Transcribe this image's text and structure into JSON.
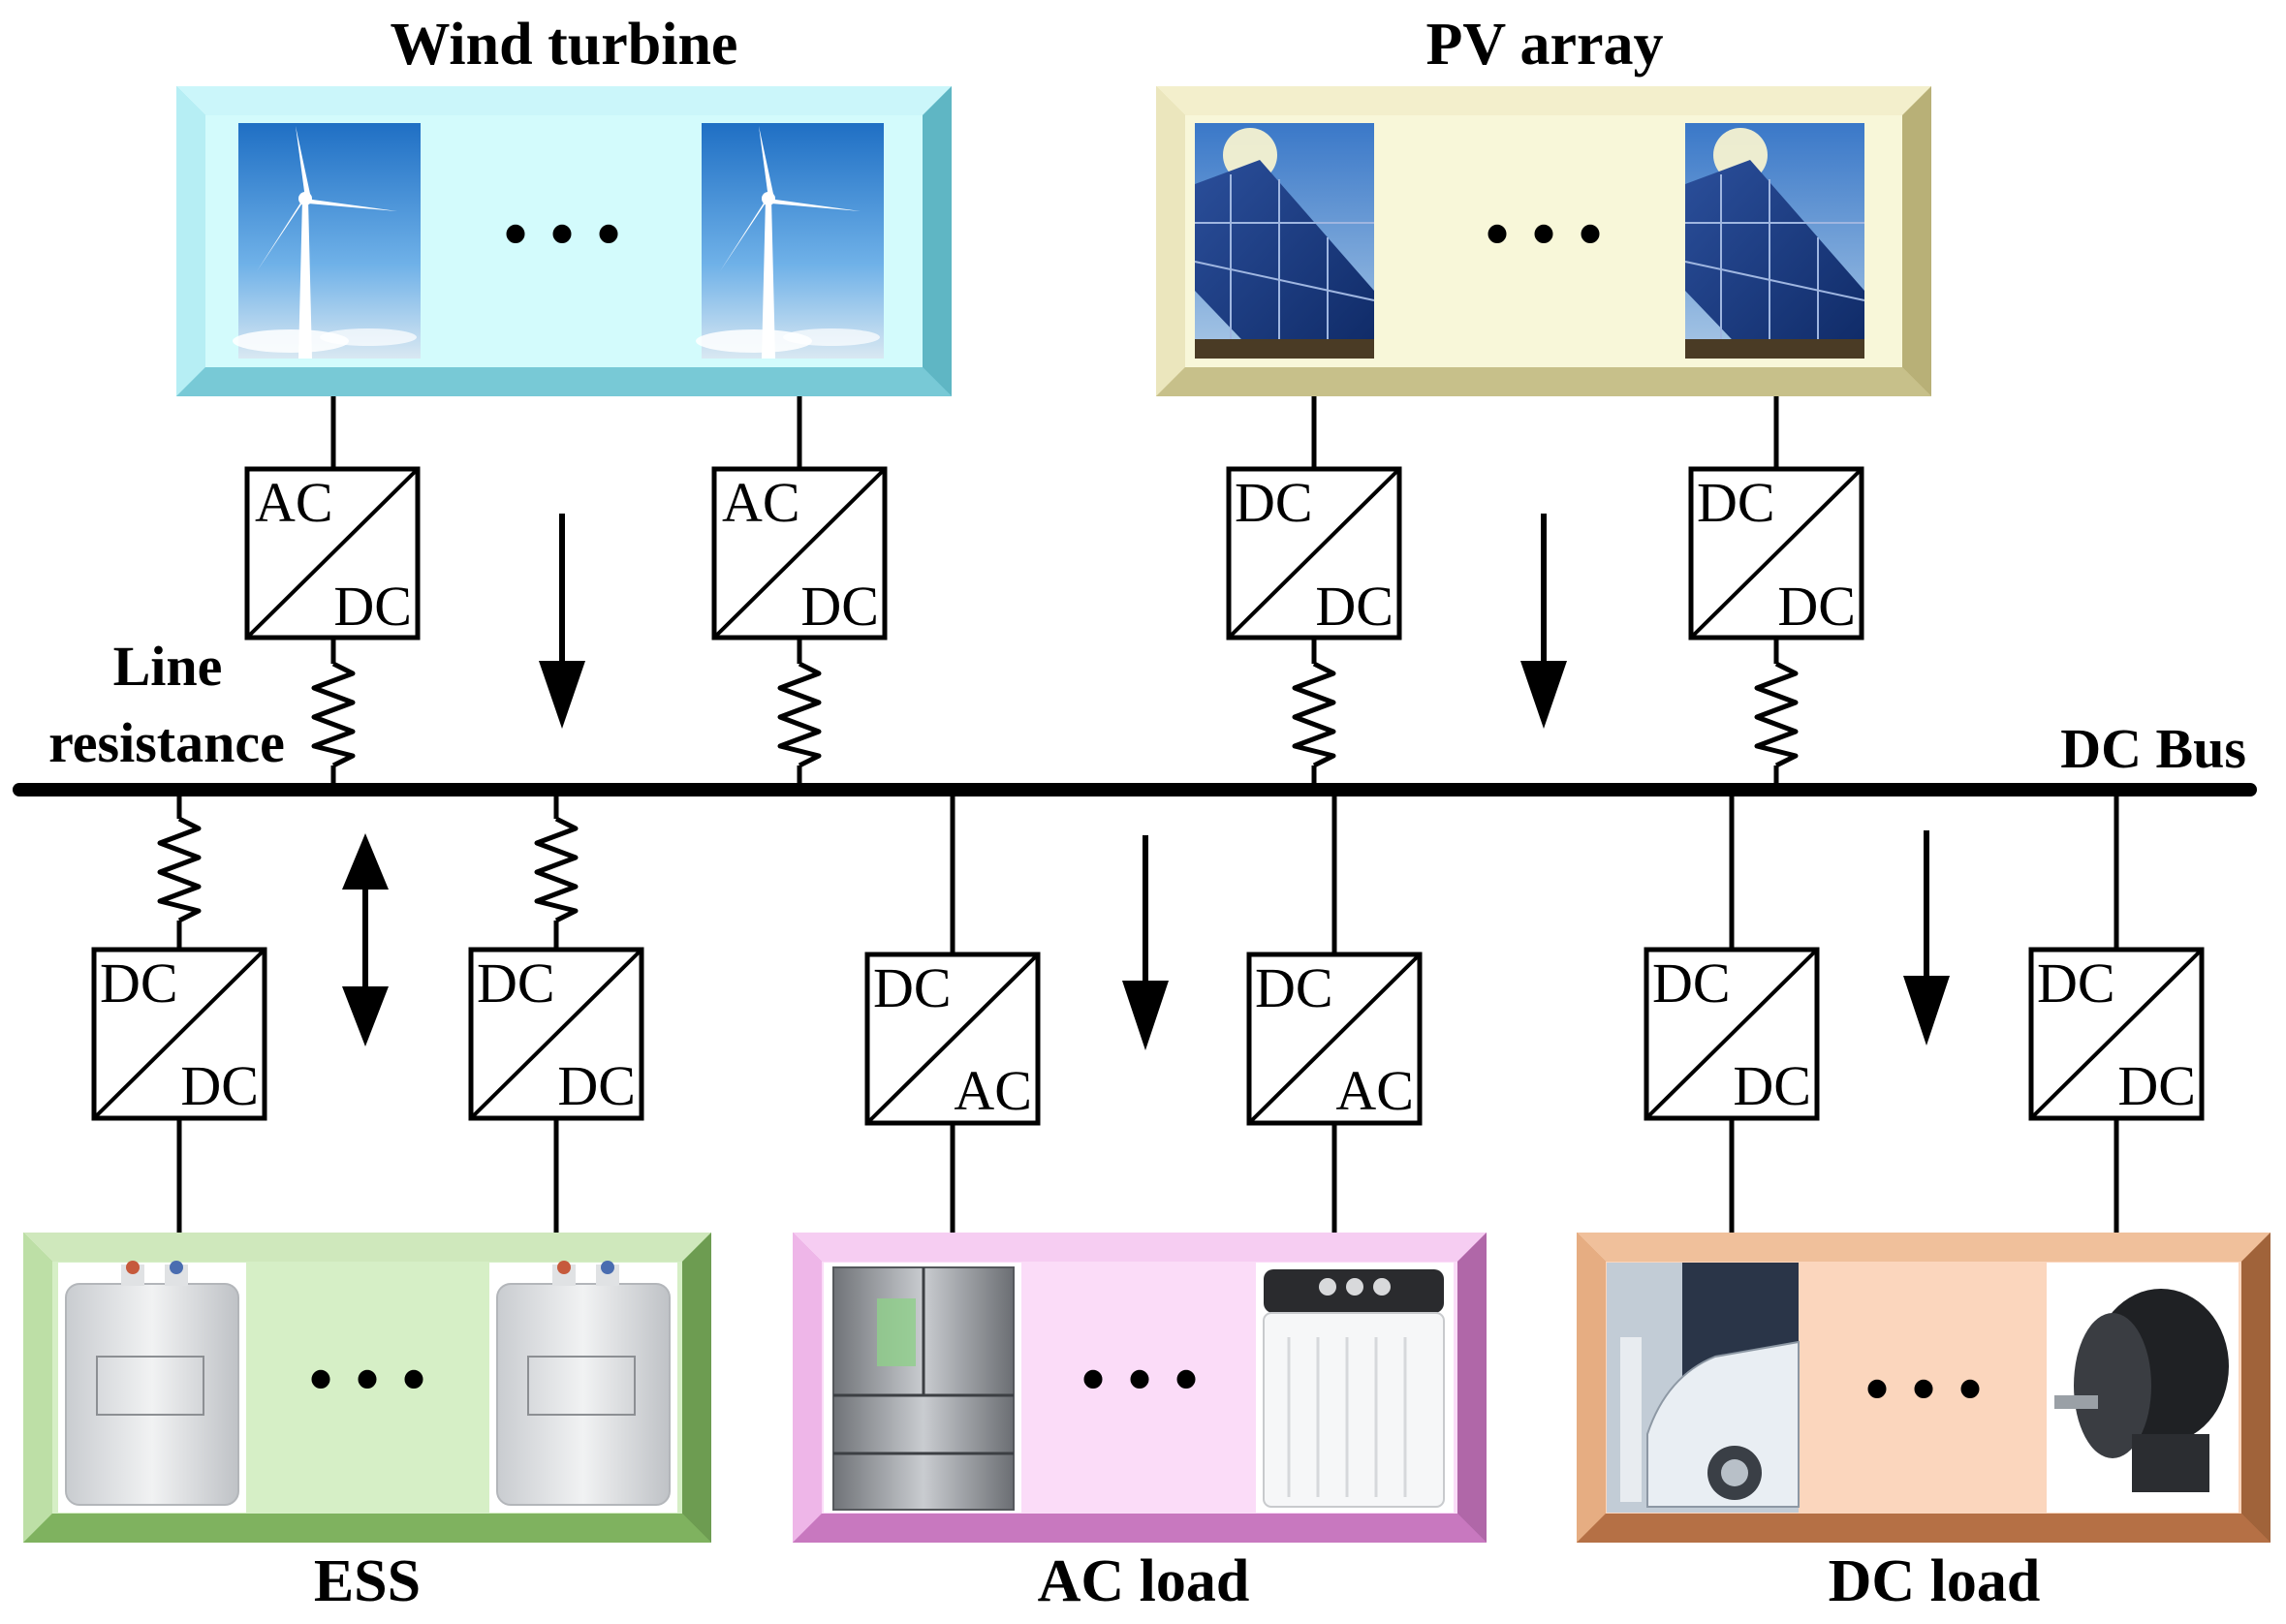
{
  "groups": {
    "wind": {
      "label": "Wind turbine",
      "panel_color": "#9fe6ef",
      "inner_color": "#d3fbfc",
      "icon": "wind-turbine"
    },
    "pv": {
      "label": "PV array",
      "panel_color": "#e9e4b2",
      "inner_color": "#f8f7d9",
      "icon": "solar-panel"
    },
    "ess": {
      "label": "ESS",
      "panel_color": "#b0d59a",
      "inner_color": "#d6efc6",
      "icon": "battery"
    },
    "acload": {
      "label": "AC load",
      "panel_color": "#e9a4e2",
      "inner_color": "#fbdcf8",
      "icon": "refrigerator / washing-machine"
    },
    "dcload": {
      "label": "DC load",
      "panel_color": "#d99a68",
      "inner_color": "#fbd6bd",
      "icon": "electric-car / dc-motor"
    }
  },
  "ellipsis": "• • •",
  "bus_label": "DC Bus",
  "resistance_label_line1": "Line",
  "resistance_label_line2": "resistance",
  "converters": {
    "wind1": {
      "top": "AC",
      "bottom": "DC"
    },
    "wind2": {
      "top": "AC",
      "bottom": "DC"
    },
    "pv1": {
      "top": "DC",
      "bottom": "DC"
    },
    "pv2": {
      "top": "DC",
      "bottom": "DC"
    },
    "ess1": {
      "top": "DC",
      "bottom": "DC"
    },
    "ess2": {
      "top": "DC",
      "bottom": "DC"
    },
    "ac1": {
      "top": "DC",
      "bottom": "AC"
    },
    "ac2": {
      "top": "DC",
      "bottom": "AC"
    },
    "dc1": {
      "top": "DC",
      "bottom": "DC"
    },
    "dc2": {
      "top": "DC",
      "bottom": "DC"
    }
  },
  "power_flow": {
    "wind": "down",
    "pv": "down",
    "ess": "bidirectional",
    "acload": "down",
    "dcload": "down"
  }
}
